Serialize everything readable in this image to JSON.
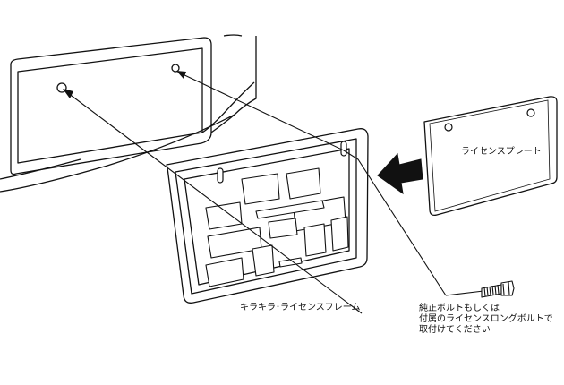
{
  "labels": {
    "license_plate": "ライセンスプレート",
    "frame": "キラキラ･ライセンスフレーム",
    "bolt_note": [
      "純正ボルトもしくは",
      "付属のライセンスロングボルトで",
      "取付けてください"
    ]
  },
  "colors": {
    "line": "#111111",
    "background": "#ffffff"
  }
}
